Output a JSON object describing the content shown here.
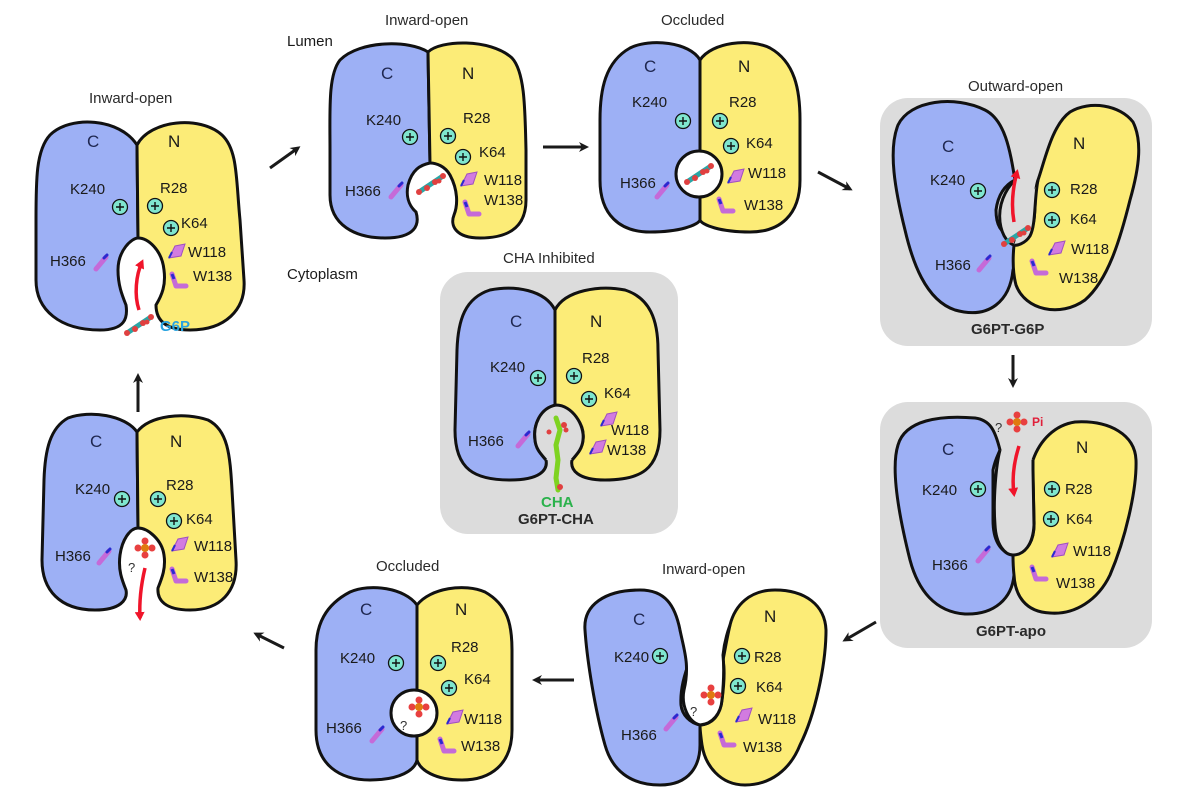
{
  "diagram": {
    "compartments": {
      "lumen": "Lumen",
      "cytoplasm": "Cytoplasm"
    },
    "domain_labels": {
      "c": "C",
      "n": "N"
    },
    "residues": {
      "k240": "K240",
      "r28": "R28",
      "k64": "K64",
      "w118": "W118",
      "w138": "W138",
      "h366": "H366"
    },
    "colors": {
      "c_domain": "#9db0f5",
      "n_domain": "#fcec77",
      "panel": "#dcdcdc",
      "transport_arrow": "#f0142a",
      "g6p": "#29a3e0",
      "pi": "#e0203a",
      "cha": "#2bb24c",
      "positive_charge": "#7fe6cf"
    },
    "states": [
      {
        "id": "s1",
        "title": "Inward-open",
        "substrate_label": "G6P",
        "unknown_mark": ""
      },
      {
        "id": "s2",
        "title": "Inward-open",
        "substrate_label": "",
        "unknown_mark": ""
      },
      {
        "id": "s3",
        "title": "Occluded",
        "substrate_label": "",
        "unknown_mark": ""
      },
      {
        "id": "s4",
        "title": "Outward-open",
        "caption": "G6PT-G6P"
      },
      {
        "id": "s5",
        "title": "",
        "caption": "G6PT-apo",
        "substrate_label": "Pi",
        "unknown_mark": "?"
      },
      {
        "id": "s6",
        "title": "Inward-open",
        "unknown_mark": "?"
      },
      {
        "id": "s7",
        "title": "Occluded",
        "unknown_mark": "?"
      },
      {
        "id": "s8",
        "title": "",
        "unknown_mark": "?"
      },
      {
        "id": "s9",
        "title": "CHA Inhibited",
        "caption": "G6PT-CHA",
        "substrate_label": "CHA"
      }
    ]
  }
}
